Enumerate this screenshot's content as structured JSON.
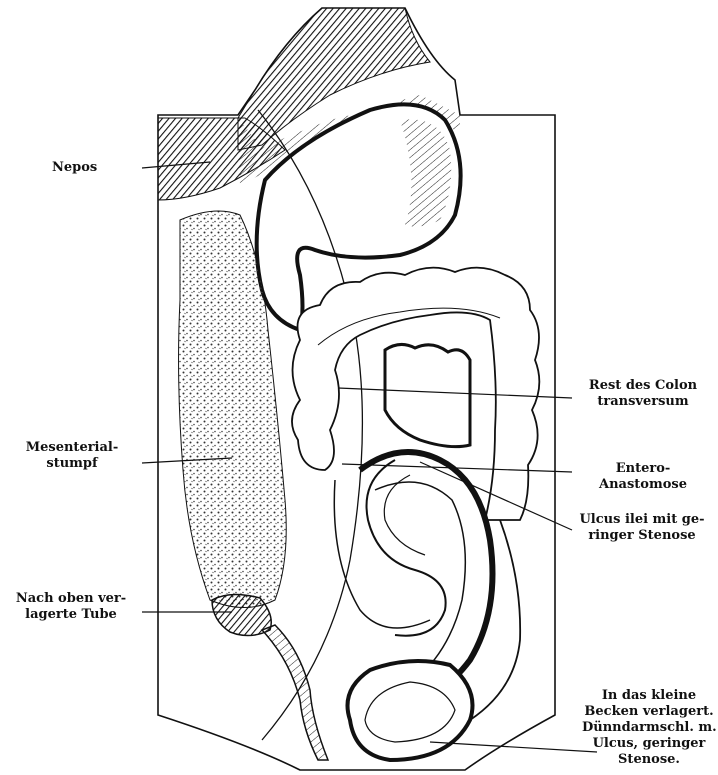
{
  "figure": {
    "labels": {
      "nepos": "Nepos",
      "mesenterial_stumpf": [
        "Mesenterial-",
        "stumpf"
      ],
      "tube": [
        "Nach oben ver-",
        "lagerte Tube"
      ],
      "colon": [
        "Rest des Colon",
        "transversum"
      ],
      "entero": [
        "Entero-",
        "Anastomose"
      ],
      "ulcus_ilei": [
        "Ulcus ilei mit ge-",
        "ringer Stenose"
      ],
      "becken": [
        "In das kleine",
        "Becken verlagert.",
        "Dünndarmschl. m.",
        "Ulcus, geringer",
        "Stenose."
      ]
    },
    "colors": {
      "ink": "#111111",
      "paper": "#ffffff"
    }
  }
}
